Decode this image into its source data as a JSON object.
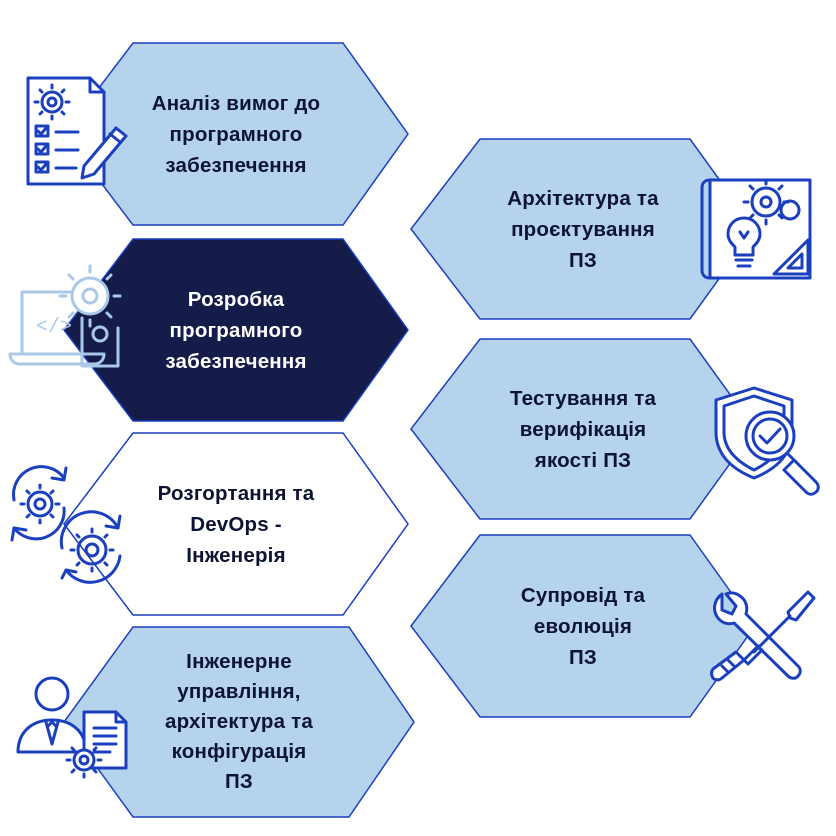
{
  "colors": {
    "fill_light": "#b5d3ec",
    "fill_dark": "#151c4a",
    "fill_white": "#ffffff",
    "stroke": "#1a3fbf",
    "icon_dark": "#1a3fbf",
    "icon_light": "#a9c9e6"
  },
  "nodes": {
    "requirements": {
      "label": "Аналіз вимог до\nпрограмного\nзабезпечення",
      "icon": "checklist-icon"
    },
    "architecture": {
      "label": "Архітектура та\nпроєктування\nПЗ",
      "icon": "blueprint-icon"
    },
    "development": {
      "label": "Розробка\nпрограмного\nзабезпечення",
      "icon": "laptop-code-icon"
    },
    "testing": {
      "label": "Тестування та\nверифікація\nякості ПЗ",
      "icon": "shield-magnifier-icon"
    },
    "deployment": {
      "label": "Розгортання та\nDevOps -\nІнженерія",
      "icon": "cycle-gears-icon"
    },
    "maintenance": {
      "label": "Супровід та\nеволюція\nПЗ",
      "icon": "wrench-screwdriver-icon"
    },
    "management": {
      "label": "Інженерне\nуправління,\nархітектура та\nконфігурація\nПЗ",
      "icon": "person-document-icon"
    }
  }
}
